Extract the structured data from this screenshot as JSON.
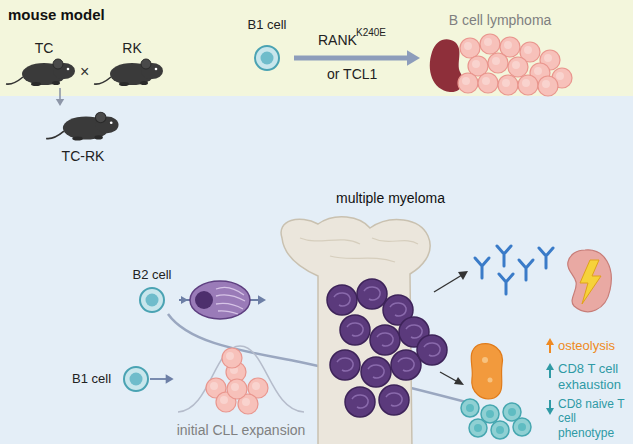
{
  "diagram": {
    "nodes": [
      {
        "text": [
          "mouse model"
        ]
      },
      {
        "text": [
          "TC"
        ],
        "in": 0
      },
      {
        "text": [
          "RK"
        ],
        "in": 0
      },
      {
        "text": [
          "B1 cell"
        ],
        "in": 0
      },
      {
        "text": [
          "B cell lymphoma"
        ],
        "in": 0
      },
      {
        "text": [
          "TC-RK"
        ]
      },
      {
        "text": [
          "B2 cell"
        ]
      },
      {
        "text": [
          "B1 cell"
        ]
      },
      {
        "text": [
          "initial CLL expansion"
        ]
      },
      {
        "text": [
          "multiple myeloma"
        ]
      }
    ],
    "edges": [
      {
        "from": 1,
        "to": 5,
        "arrow": "to"
      },
      {
        "from": 3,
        "to": 4,
        "arrow": "to"
      },
      {
        "from": 6,
        "to": 9,
        "arrow": "to"
      },
      {
        "from": 7,
        "to": 8,
        "arrow": "to"
      }
    ],
    "labels": [
      "×",
      "RANK",
      "K240E",
      "or TCL1",
      "osteolysis",
      "CD8 T cell exhaustion",
      "CD8 naive T cell phenotype"
    ]
  }
}
